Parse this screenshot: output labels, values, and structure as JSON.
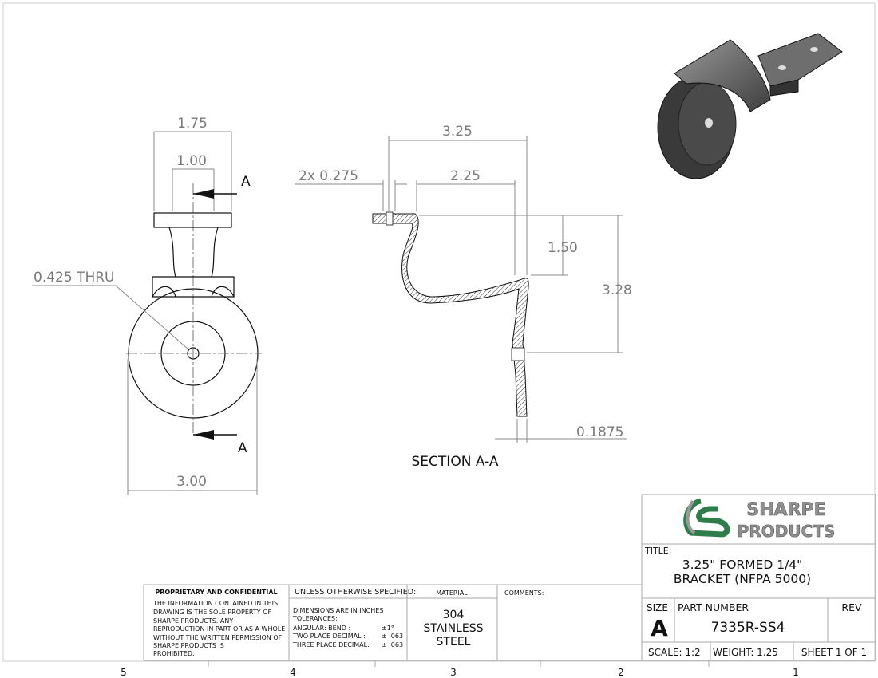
{
  "front_view": {
    "dim_width_top": "1.75",
    "dim_inner": "1.00",
    "dim_hole": "0.425 THRU",
    "dim_overall": "3.00",
    "section_marker_top": "A",
    "section_marker_bottom": "A"
  },
  "section_view": {
    "dim_overall_width": "3.25",
    "dim_slot": "2x 0.275",
    "dim_offset": "2.25",
    "dim_drop": "1.50",
    "dim_height": "3.28",
    "dim_thickness": "0.1875",
    "label": "SECTION A-A"
  },
  "proprietary": {
    "heading": "PROPRIETARY AND CONFIDENTIAL",
    "lines": [
      "THE INFORMATION CONTAINED IN THIS",
      "DRAWING IS THE SOLE PROPERTY OF",
      "SHARPE PRODUCTS.  ANY",
      "REPRODUCTION IN PART OR AS A WHOLE",
      "WITHOUT THE WRITTEN PERMISSION OF",
      "SHARPE PRODUCTS IS",
      "PROHIBITED."
    ]
  },
  "tolerances": {
    "heading": "UNLESS OTHERWISE SPECIFIED:",
    "lines": [
      "DIMENSIONS ARE IN INCHES",
      "TOLERANCES:"
    ],
    "angular_label": "ANGULAR: BEND :",
    "angular_value": "±1°",
    "two_place_label": "TWO PLACE DECIMAL  :",
    "two_place_value": "± .063",
    "three_place_label": "THREE PLACE DECIMAL:",
    "three_place_value": "± .063"
  },
  "material": {
    "heading": "MATERIAL",
    "lines": [
      "304",
      "STAINLESS",
      "STEEL"
    ]
  },
  "comments": {
    "heading": "COMMENTS:"
  },
  "title_block": {
    "logo_line1": "SHARPE",
    "logo_line2": "PRODUCTS",
    "title_label": "TITLE:",
    "title_line1": "3.25\" FORMED 1/4\"",
    "title_line2": "BRACKET (NFPA 5000)",
    "size_label": "SIZE",
    "size_value": "A",
    "part_number_label": "PART NUMBER",
    "part_number": "7335R-SS4",
    "rev_label": "REV",
    "scale": "SCALE: 1:2",
    "weight": "WEIGHT: 1.25",
    "sheet": "SHEET 1 OF 1"
  },
  "zones": [
    "5",
    "4",
    "3",
    "2",
    "1"
  ]
}
